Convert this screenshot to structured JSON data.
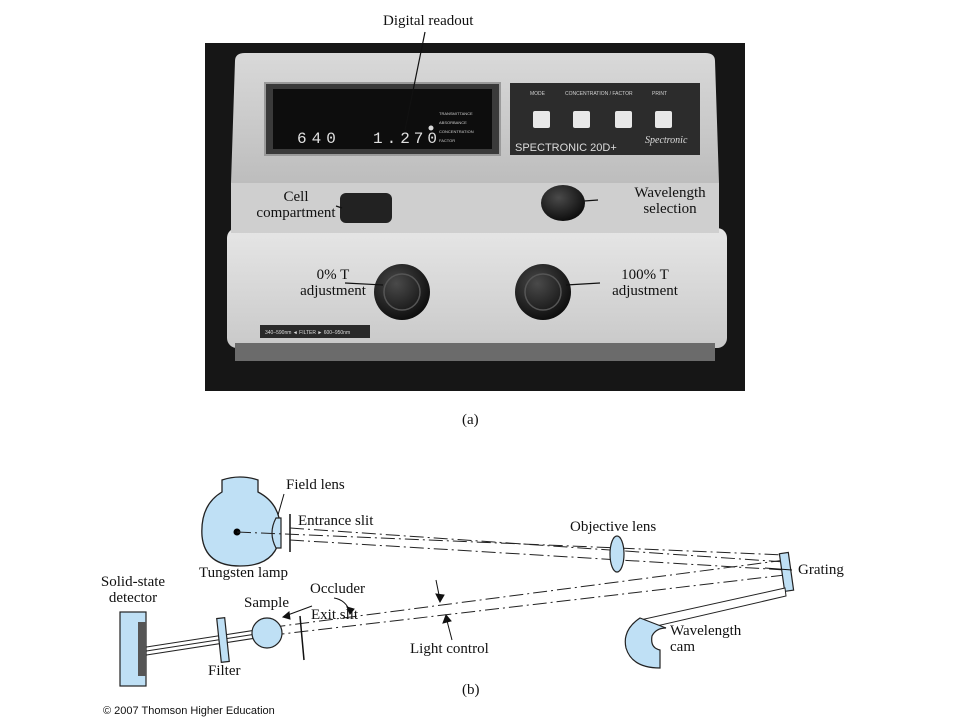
{
  "photo": {
    "caption": "(a)",
    "callouts": {
      "digital_readout": "Digital readout",
      "cell_compartment": [
        "Cell",
        "compartment"
      ],
      "wavelength_selection": [
        "Wavelength",
        "selection"
      ],
      "zero_t": [
        "0% T",
        "adjustment"
      ],
      "hundred_t": [
        "100% T",
        "adjustment"
      ]
    },
    "panel": {
      "display_wavelength": "640",
      "display_value": "1.270",
      "brand": "SPECTRONIC 20D+",
      "logo": "Spectronic",
      "button_labels": [
        "MODE",
        "CONCENTRATION / FACTOR",
        "PRINT"
      ]
    }
  },
  "diagram": {
    "caption": "(b)",
    "labels": {
      "field_lens": "Field lens",
      "entrance_slit": "Entrance slit",
      "tungsten_lamp": "Tungsten lamp",
      "objective_lens": "Objective lens",
      "grating": "Grating",
      "solid_state_detector": [
        "Solid-state",
        "detector"
      ],
      "sample": "Sample",
      "occluder": "Occluder",
      "exit_slit": "Exit slit",
      "filter": "Filter",
      "light_control": "Light control",
      "wavelength_cam": [
        "Wavelength",
        "cam"
      ]
    }
  },
  "footer": {
    "copyright": "© 2007 Thomson Higher Education"
  }
}
